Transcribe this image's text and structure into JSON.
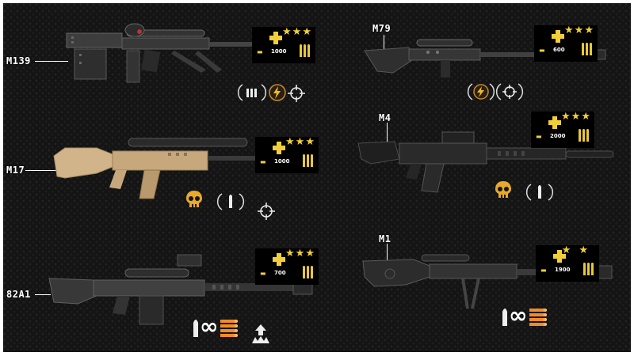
{
  "colors": {
    "background": "#141414",
    "accent_gold": "#f2cf3a",
    "ammo_orange": "#f28b2a",
    "label": "#ffffff"
  },
  "weapons": [
    {
      "label": "M139",
      "stat_value": "1000",
      "stars": "★★★",
      "icons": [
        "bullets-icon",
        "lightning-icon",
        "crosshair-icon"
      ]
    },
    {
      "label": "M79",
      "stat_value": "600",
      "stars": "★★★",
      "icons": [
        "lightning-icon",
        "crosshair-icon"
      ]
    },
    {
      "label": "M17",
      "stat_value": "1000",
      "stars": "★★★",
      "icons": [
        "skull-icon",
        "bullet-icon",
        "crosshair-icon"
      ]
    },
    {
      "label": "M4",
      "stat_value": "2000",
      "stars": "★★★",
      "icons": [
        "skull-icon",
        "bullet-icon"
      ]
    },
    {
      "label": "82A1",
      "stat_value": "700",
      "stars": "★★★",
      "icons": [
        "single-bullet-icon",
        "infinity-icon",
        "ammo-stack-icon",
        "impact-icon"
      ]
    },
    {
      "label": "M1",
      "stat_value": "1900",
      "stars": "★★",
      "icons": [
        "single-bullet-icon",
        "infinity-icon",
        "ammo-stack-icon"
      ]
    }
  ],
  "infinity_symbol": "∞",
  "coin_symbol": "▬"
}
